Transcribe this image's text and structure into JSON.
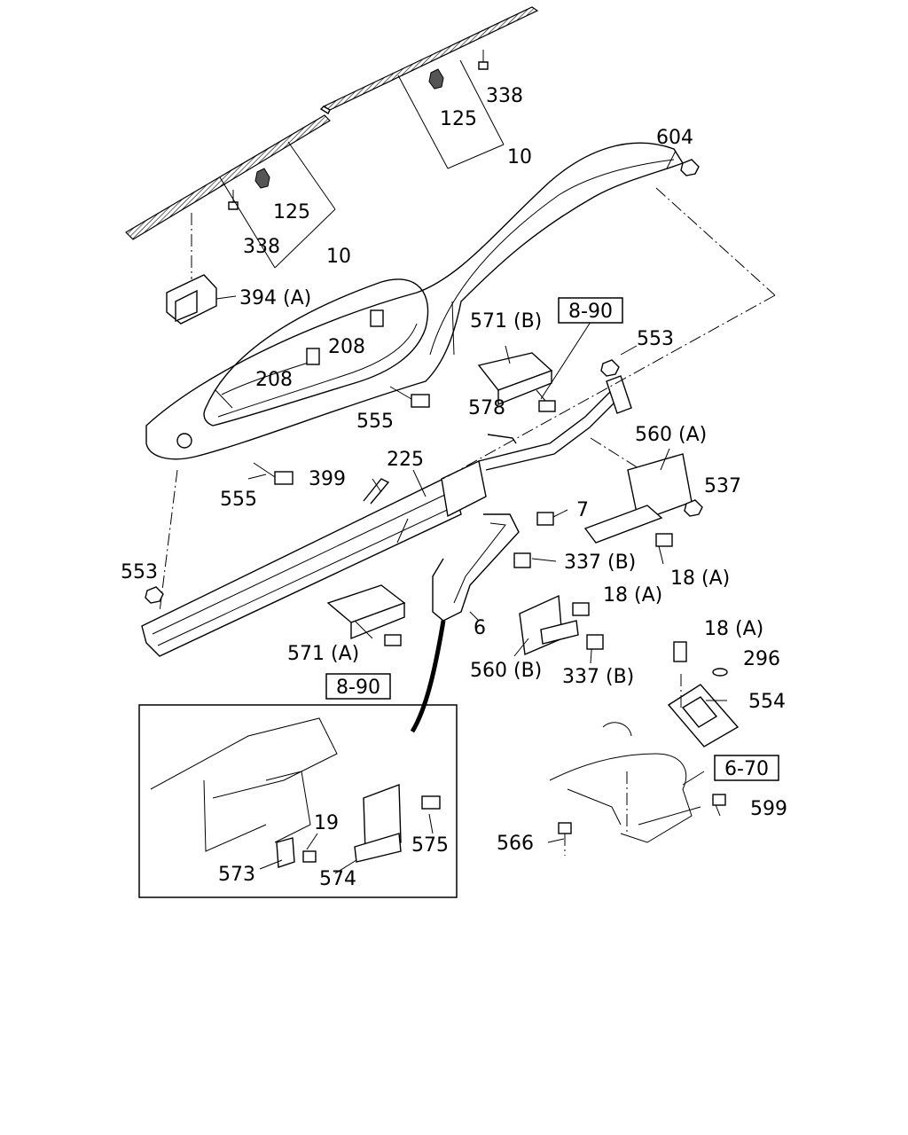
{
  "labels": {
    "p338_top": "338",
    "p125_top": "125",
    "p10_top": "10",
    "p604": "604",
    "p125_left": "125",
    "p338_left": "338",
    "p10_left": "10",
    "p394a": "394 (A)",
    "p571b": "571 (B)",
    "p890_top": "8-90",
    "p553_right": "553",
    "p208_a": "208",
    "p208_b": "208",
    "p555_mid": "555",
    "p578": "578",
    "p560a": "560 (A)",
    "p537": "537",
    "p225": "225",
    "p399": "399",
    "p555_left": "555",
    "p7": "7",
    "p337b_top": "337 (B)",
    "p18a_right": "18 (A)",
    "p553_left": "553",
    "p18a_mid": "18 (A)",
    "p6": "6",
    "p18a_low": "18 (A)",
    "p571a": "571 (A)",
    "p296": "296",
    "p560b": "560 (B)",
    "p337b_low": "337 (B)",
    "p890_bottom": "8-90",
    "p554": "554",
    "p670": "6-70",
    "p19": "19",
    "p599": "599",
    "p566": "566",
    "p575": "575",
    "p573": "573",
    "p574": "574"
  }
}
